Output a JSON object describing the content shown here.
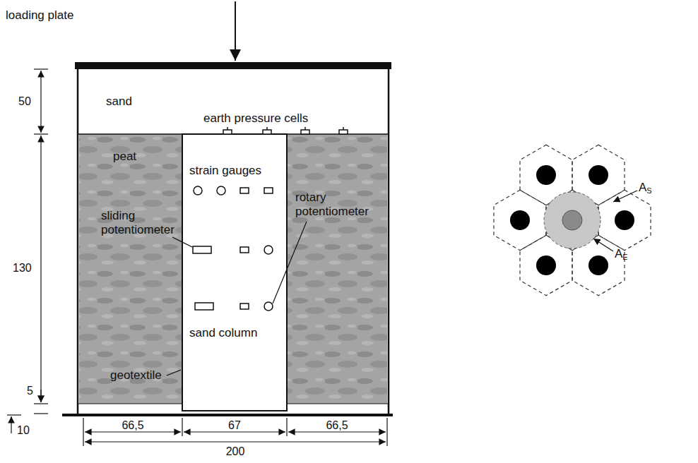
{
  "diagram": {
    "nodes": [
      {
        "text": [
          "sand"
        ]
      },
      {
        "text": [
          "peat",
          "sliding potentiometer"
        ]
      },
      {
        "text": [
          "strain gauges",
          "sand column"
        ]
      },
      {
        "text": [
          "rotary potentiometer"
        ]
      }
    ],
    "labels": [
      "loading plate",
      "earth pressure cells",
      "geotextile",
      "50",
      "130",
      "5",
      "10",
      "66,5",
      "67",
      "66,5",
      "200",
      "AS",
      "AE"
    ]
  }
}
